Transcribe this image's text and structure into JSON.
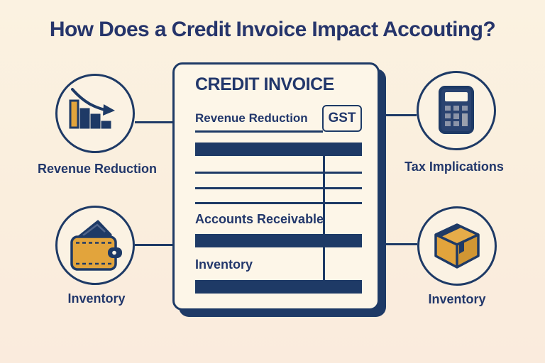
{
  "page": {
    "title": "How Does a Credit Invoice Impact Accouting?"
  },
  "invoice": {
    "heading": "CREDIT INVOICE",
    "revenue_row_label": "Revenue Reduction",
    "gst_badge": "GST",
    "accounts_receivable_label": "Accounts Receivable",
    "inventory_label": "Inventory"
  },
  "nodes": [
    {
      "id": "revenue-reduction",
      "label": "Revenue Reduction",
      "icon": "declining-bar-chart-icon",
      "position": "top-left"
    },
    {
      "id": "tax-implications",
      "label": "Tax Implications",
      "icon": "calculator-icon",
      "position": "top-right"
    },
    {
      "id": "inventory-wallet",
      "label": "Inventory",
      "icon": "wallet-icon",
      "position": "bottom-left"
    },
    {
      "id": "inventory-box",
      "label": "Inventory",
      "icon": "package-box-icon",
      "position": "bottom-right"
    }
  ],
  "colors": {
    "background_cream": "#FAEFDE",
    "document_fill": "#FDF6E8",
    "navy": "#1E3A66",
    "title_navy": "#26356B",
    "gold": "#E2A43C",
    "gold_dark": "#D09633",
    "gold_light": "#E6AC49",
    "button_gray_blue": "#8B94A8"
  }
}
